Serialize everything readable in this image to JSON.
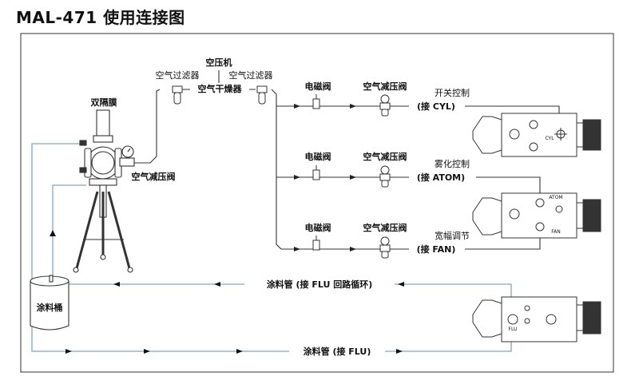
{
  "title": "MAL-471 使用连接图",
  "labels": {
    "compressor": "空压机",
    "air_filter_left": "空气过滤器",
    "air_filter_right": "空气过滤器",
    "air_dryer": "空气干燥器",
    "diaphragm": "双隔膜",
    "pump_regulator": "空气减压阀",
    "solenoid_1": "电磁阀",
    "solenoid_2": "电磁阀",
    "solenoid_3": "电磁阀",
    "regulator_1": "空气减压阀",
    "regulator_2": "空气减压阀",
    "regulator_3": "空气减压阀",
    "switch_control": "开关控制",
    "cyl_connect": "(接 CYL)",
    "atomize_control": "雾化控制",
    "atom_connect": "(接 ATOM)",
    "fan_control": "宽幅调节",
    "fan_connect": "(接 FAN)",
    "paint_tube_return": "涂料管 (接 FLU 回路循环)",
    "paint_tube_supply": "涂料管 (接 FLU)",
    "paint_bucket": "涂料桶",
    "gun1_port": "CYL",
    "gun2_port_atom": "ATOM",
    "gun2_port_fan": "FAN",
    "gun3_port": "FLU"
  },
  "colors": {
    "air_line": "#333333",
    "paint_line": "#7aa7d8",
    "frame": "#555555"
  }
}
